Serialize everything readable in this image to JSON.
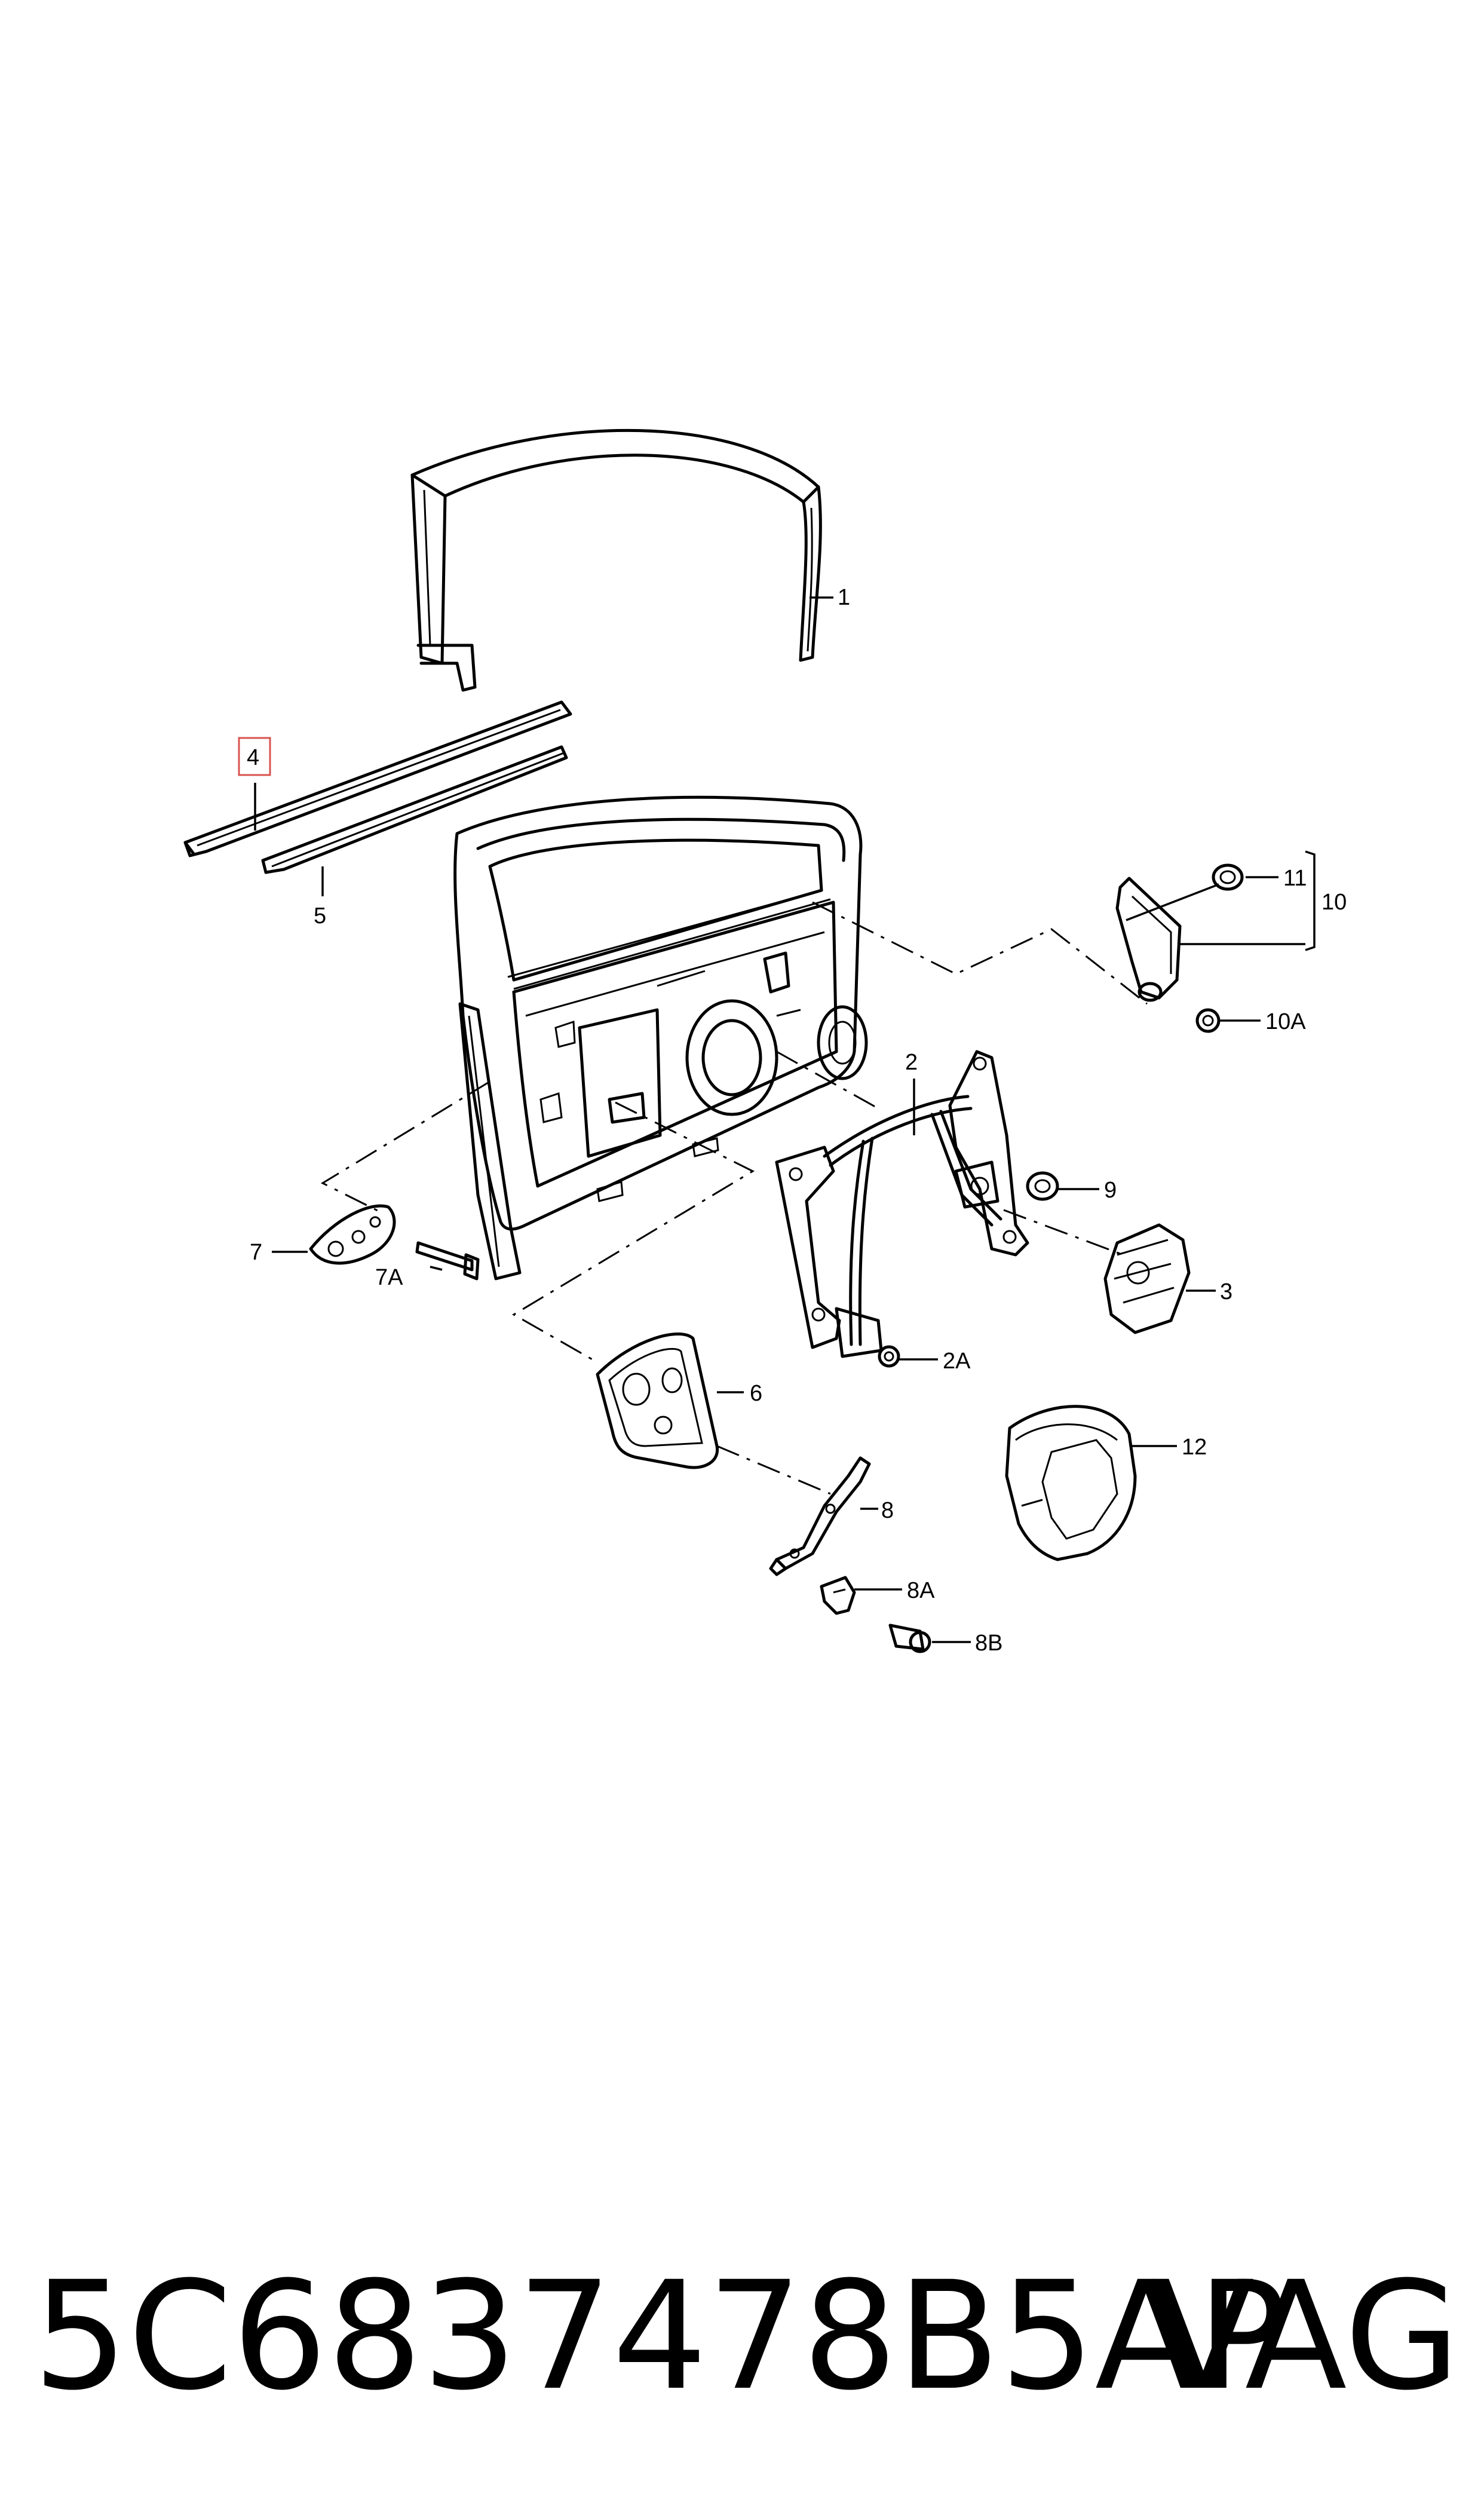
{
  "callouts": {
    "c1": "1",
    "c2": "2",
    "c2a": "2A",
    "c3": "3",
    "c4": "4",
    "c5": "5",
    "c6": "6",
    "c7": "7",
    "c7a": "7A",
    "c8": "8",
    "c8a": "8A",
    "c8b": "8B",
    "c9": "9",
    "c10": "10",
    "c10a": "10A",
    "c11": "11",
    "c12": "12"
  },
  "highlighted_callout": "4",
  "footer": {
    "part_number": "5C6837478B5AP",
    "brand": "VAG"
  },
  "colors": {
    "line": "#000000",
    "highlight": "#d9534f",
    "background": "#ffffff"
  }
}
